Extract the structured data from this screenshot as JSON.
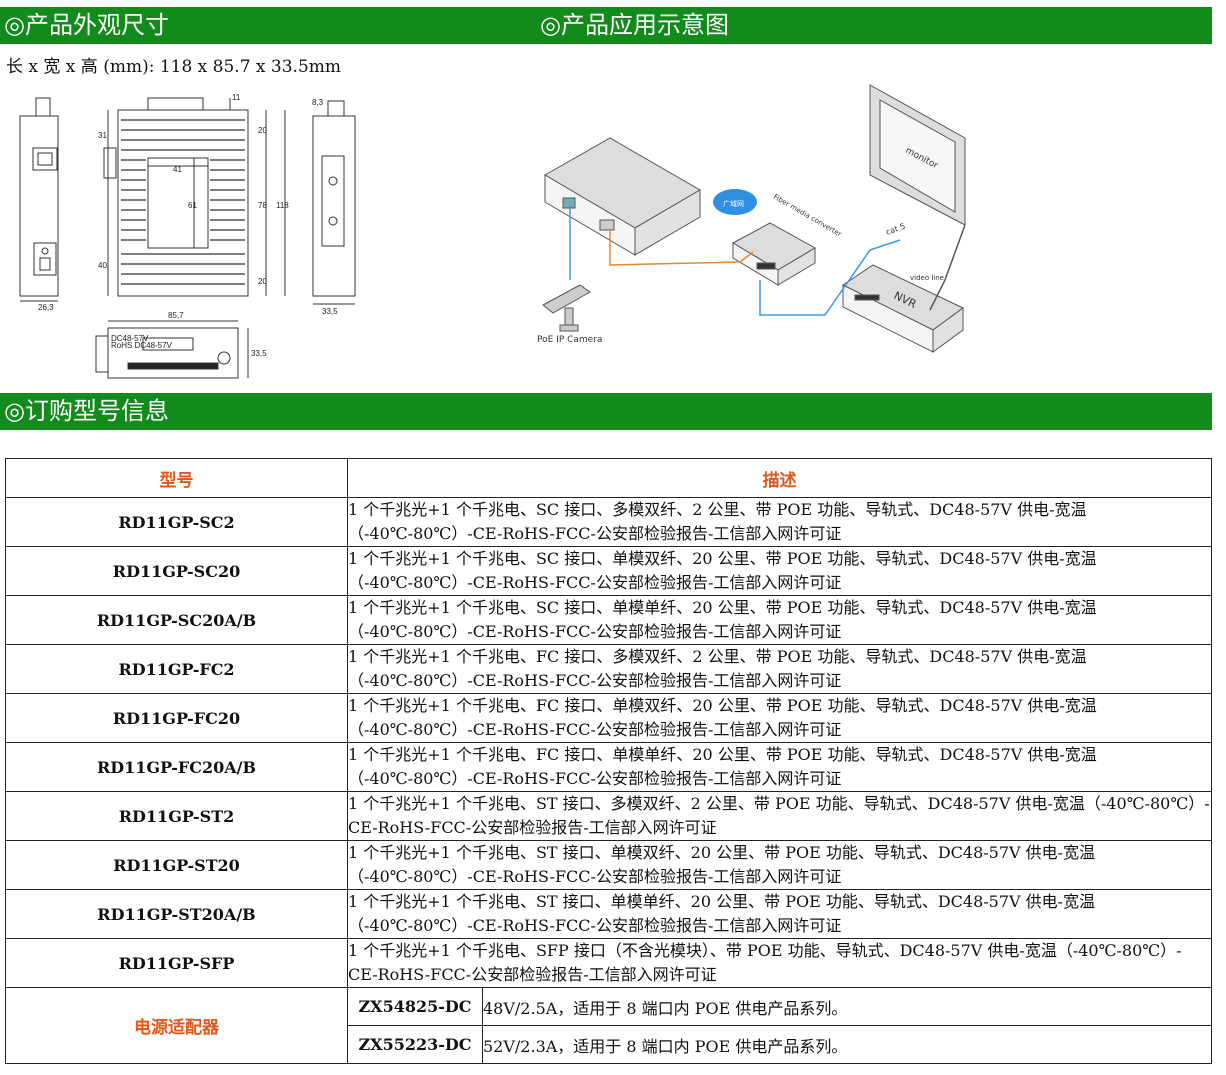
{
  "headers": {
    "dimensions": "◎产品外观尺寸",
    "application": "◎产品应用示意图",
    "ordering": "◎订购型号信息"
  },
  "dimensions_text": "长 x 宽 x 高 (mm): 118 x 85.7 x 33.5mm",
  "drawing_labels": {
    "w_side": "26,3",
    "top_dim": "11",
    "d31": "31",
    "d40": "40",
    "inner41": "41",
    "inner61": "61",
    "d20a": "20",
    "d78": "78",
    "d118": "118",
    "d20b": "20",
    "right_top": "8,3",
    "right_w": "33,5",
    "bottom_w": "85,7",
    "bottom_h": "33,5",
    "bottom_t1": "DC48-57V",
    "bottom_t2": "RoHS DC48-57V"
  },
  "diagram_labels": {
    "cloud": "广域网",
    "converter": "Fiber media converter",
    "camera": "PoE IP Camera",
    "monitor": "monitor",
    "nvr": "NVR",
    "cat5": "cat 5",
    "video": "video line"
  },
  "table": {
    "col_model": "型号",
    "col_desc": "描述",
    "rows": [
      {
        "model": "RD11GP-SC2",
        "desc": "1 个千兆光+1 个千兆电、SC 接口、多模双纤、2 公里、带 POE 功能、导轨式、DC48-57V 供电-宽温（-40℃-80℃）-CE-RoHS-FCC-公安部检验报告-工信部入网许可证"
      },
      {
        "model": "RD11GP-SC20",
        "desc": "1 个千兆光+1 个千兆电、SC 接口、单模双纤、20 公里、带 POE 功能、导轨式、DC48-57V 供电-宽温（-40℃-80℃）-CE-RoHS-FCC-公安部检验报告-工信部入网许可证"
      },
      {
        "model": "RD11GP-SC20A/B",
        "desc": "1 个千兆光+1 个千兆电、SC 接口、单模单纤、20 公里、带 POE 功能、导轨式、DC48-57V 供电-宽温（-40℃-80℃）-CE-RoHS-FCC-公安部检验报告-工信部入网许可证"
      },
      {
        "model": "RD11GP-FC2",
        "desc": "1 个千兆光+1 个千兆电、FC 接口、多模双纤、2 公里、带 POE 功能、导轨式、DC48-57V 供电-宽温（-40℃-80℃）-CE-RoHS-FCC-公安部检验报告-工信部入网许可证"
      },
      {
        "model": "RD11GP-FC20",
        "desc": "1 个千兆光+1 个千兆电、FC 接口、单模双纤、20 公里、带 POE 功能、导轨式、DC48-57V 供电-宽温（-40℃-80℃）-CE-RoHS-FCC-公安部检验报告-工信部入网许可证"
      },
      {
        "model": "RD11GP-FC20A/B",
        "desc": "1 个千兆光+1 个千兆电、FC 接口、单模单纤、20 公里、带 POE 功能、导轨式、DC48-57V 供电-宽温（-40℃-80℃）-CE-RoHS-FCC-公安部检验报告-工信部入网许可证"
      },
      {
        "model": "RD11GP-ST2",
        "desc": "1 个千兆光+1 个千兆电、ST 接口、多模双纤、2 公里、带 POE 功能、导轨式、DC48-57V 供电-宽温（-40℃-80℃）-CE-RoHS-FCC-公安部检验报告-工信部入网许可证"
      },
      {
        "model": "RD11GP-ST20",
        "desc": "1 个千兆光+1 个千兆电、ST 接口、单模双纤、20 公里、带 POE 功能、导轨式、DC48-57V 供电-宽温（-40℃-80℃）-CE-RoHS-FCC-公安部检验报告-工信部入网许可证"
      },
      {
        "model": "RD11GP-ST20A/B",
        "desc": "1 个千兆光+1 个千兆电、ST 接口、单模单纤、20 公里、带 POE 功能、导轨式、DC48-57V 供电-宽温（-40℃-80℃）-CE-RoHS-FCC-公安部检验报告-工信部入网许可证"
      },
      {
        "model": "RD11GP-SFP",
        "desc": "1 个千兆光+1 个千兆电、SFP 接口（不含光模块）、带 POE 功能、导轨式、DC48-57V 供电-宽温（-40℃-80℃）-CE-RoHS-FCC-公安部检验报告-工信部入网许可证"
      }
    ],
    "adapter_label": "电源适配器",
    "adapters": [
      {
        "model": "ZX54825-DC",
        "desc": "48V/2.5A，适用于 8 端口内 POE 供电产品系列。"
      },
      {
        "model": "ZX55223-DC",
        "desc": "52V/2.3A，适用于 8 端口内 POE 供电产品系列。"
      }
    ]
  },
  "colors": {
    "header_bar": "#138a1c",
    "table_header_text": "#e4571b"
  }
}
